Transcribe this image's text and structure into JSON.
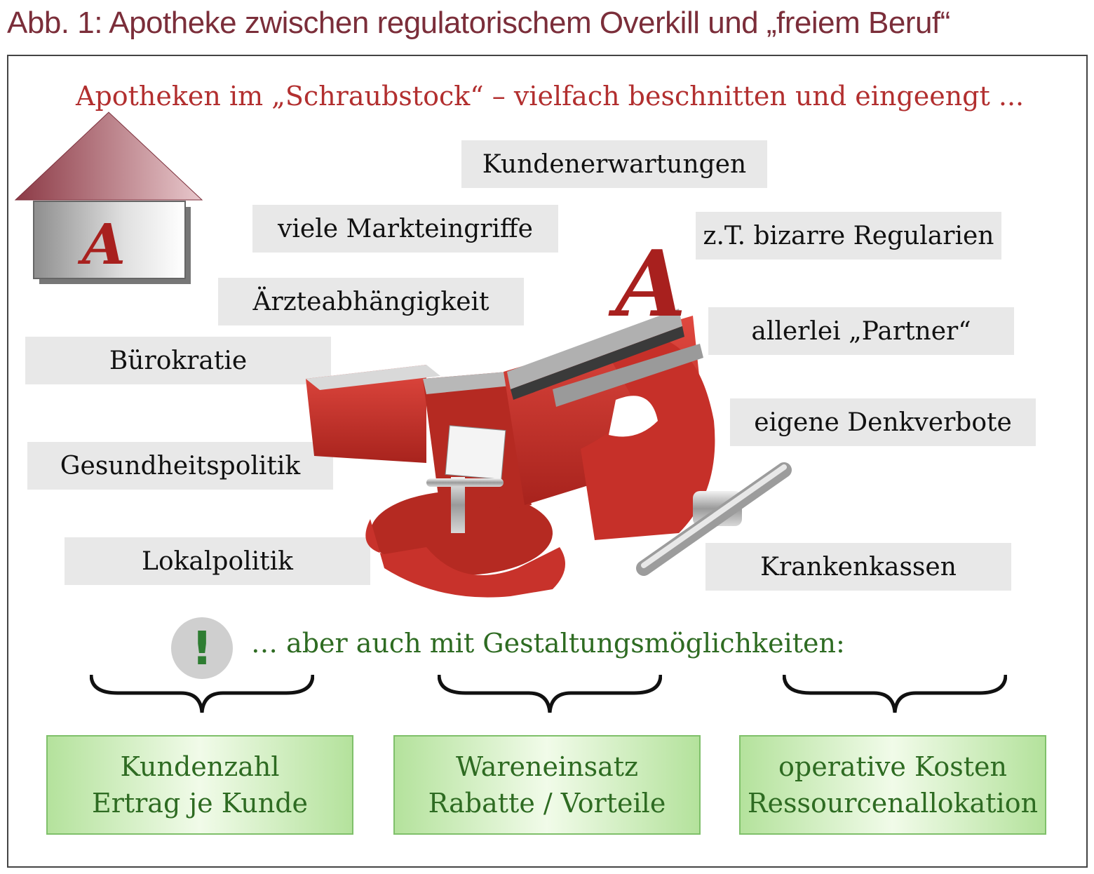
{
  "figure_title": "Abb. 1: Apotheke zwischen regulatorischem Overkill und „freiem Beruf“",
  "subtitle": "Apotheken im „Schraubstock“ – vielfach beschnitten und eingeengt ...",
  "apotheke_logo_letter": "A",
  "labels": {
    "kundenerwartungen": "Kundenerwartungen",
    "markteingriffe": "viele Markteingriffe",
    "regularien": "z.T. bizarre Regularien",
    "aerzte": "Ärzteabhängigkeit",
    "partner": "allerlei „Partner“",
    "buerokratie": "Bürokratie",
    "denkverbote": "eigene Denkverbote",
    "gesundheitspolitik": "Gesundheitspolitik",
    "lokalpolitik": "Lokalpolitik",
    "krankenkassen": "Krankenkassen"
  },
  "exclamation": "!",
  "gestaltung_text": "… aber auch mit Gestaltungsmöglichkeiten:",
  "boxes": [
    {
      "line1": "Kundenzahl",
      "line2": "Ertrag je Kunde"
    },
    {
      "line1": "Wareneinsatz",
      "line2": "Rabatte / Vorteile"
    },
    {
      "line1": "operative Kosten",
      "line2": "Ressourcenallokation"
    }
  ],
  "colors": {
    "title": "#7b2e3a",
    "subtitle": "#b22f2f",
    "green_text": "#2e6b22",
    "label_bg": "#e8e8e8",
    "vise_red": "#c8322b"
  }
}
